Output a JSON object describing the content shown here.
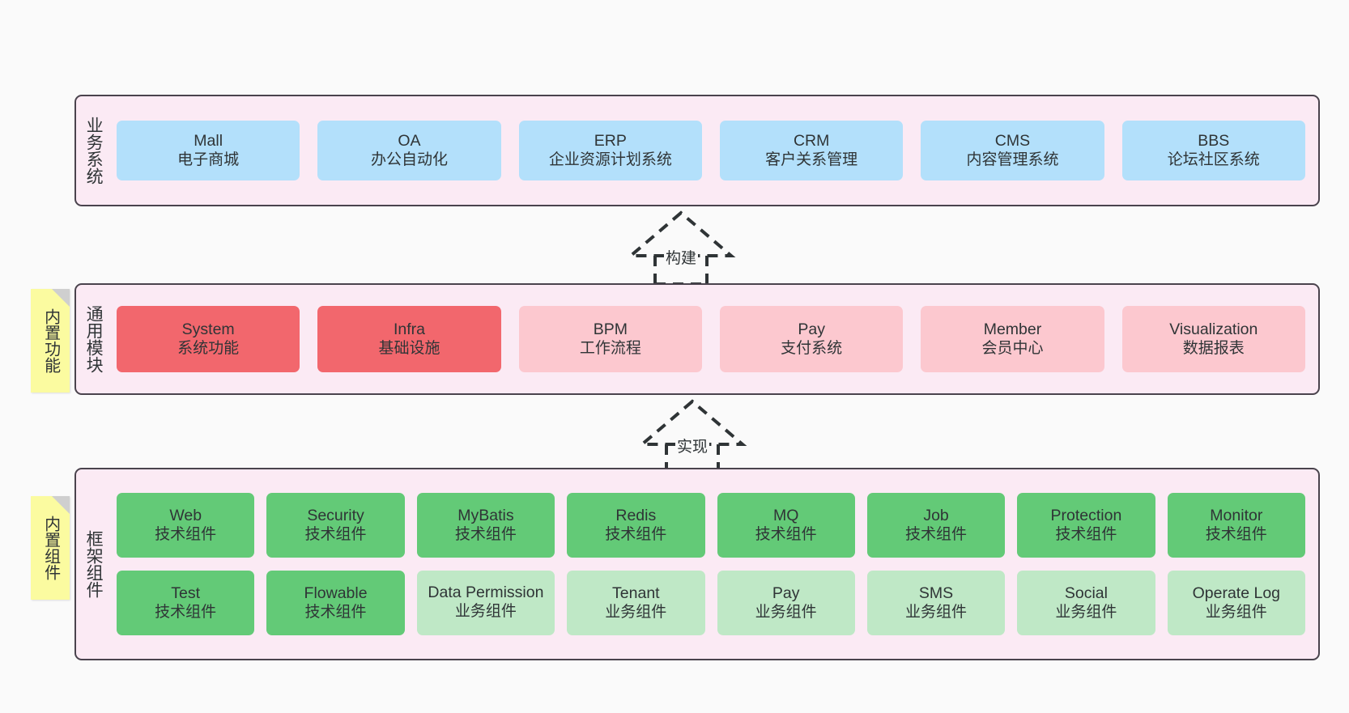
{
  "diagram": {
    "background_color": "#fafafa",
    "layer_fill": "#fbeaf4",
    "layer_border": "#4a434d",
    "sticky_color": "#fbfba0",
    "sticky_fold_color": "#cfcfcf"
  },
  "layers": [
    {
      "title": "业务系统",
      "sticky": null,
      "rows": [
        {
          "cells": [
            {
              "en": "Mall",
              "cn": "电子商城",
              "color": "#b3e0fb",
              "style": "c-blue"
            },
            {
              "en": "OA",
              "cn": "办公自动化",
              "color": "#b3e0fb",
              "style": "c-blue"
            },
            {
              "en": "ERP",
              "cn": "企业资源计划系统",
              "color": "#b3e0fb",
              "style": "c-blue"
            },
            {
              "en": "CRM",
              "cn": "客户关系管理",
              "color": "#b3e0fb",
              "style": "c-blue"
            },
            {
              "en": "CMS",
              "cn": "内容管理系统",
              "color": "#b3e0fb",
              "style": "c-blue"
            },
            {
              "en": "BBS",
              "cn": "论坛社区系统",
              "color": "#b3e0fb",
              "style": "c-blue"
            }
          ]
        }
      ]
    },
    {
      "title": "通用模块",
      "sticky": "内置功能",
      "rows": [
        {
          "cells": [
            {
              "en": "System",
              "cn": "系统功能",
              "color": "#f2676d",
              "style": "c-red"
            },
            {
              "en": "Infra",
              "cn": "基础设施",
              "color": "#f2676d",
              "style": "c-red"
            },
            {
              "en": "BPM",
              "cn": "工作流程",
              "color": "#fcc8cf",
              "style": "c-pink"
            },
            {
              "en": "Pay",
              "cn": "支付系统",
              "color": "#fcc8cf",
              "style": "c-pink"
            },
            {
              "en": "Member",
              "cn": "会员中心",
              "color": "#fcc8cf",
              "style": "c-pink"
            },
            {
              "en": "Visualization",
              "cn": "数据报表",
              "color": "#fcc8cf",
              "style": "c-pink"
            }
          ]
        }
      ]
    },
    {
      "title": "框架组件",
      "sticky": "内置组件",
      "rows": [
        {
          "cells": [
            {
              "en": "Web",
              "cn": "技术组件",
              "color": "#63ca77",
              "style": "c-green"
            },
            {
              "en": "Security",
              "cn": "技术组件",
              "color": "#63ca77",
              "style": "c-green"
            },
            {
              "en": "MyBatis",
              "cn": "技术组件",
              "color": "#63ca77",
              "style": "c-green"
            },
            {
              "en": "Redis",
              "cn": "技术组件",
              "color": "#63ca77",
              "style": "c-green"
            },
            {
              "en": "MQ",
              "cn": "技术组件",
              "color": "#63ca77",
              "style": "c-green"
            },
            {
              "en": "Job",
              "cn": "技术组件",
              "color": "#63ca77",
              "style": "c-green"
            },
            {
              "en": "Protection",
              "cn": "技术组件",
              "color": "#63ca77",
              "style": "c-green"
            },
            {
              "en": "Monitor",
              "cn": "技术组件",
              "color": "#63ca77",
              "style": "c-green"
            }
          ]
        },
        {
          "cells": [
            {
              "en": "Test",
              "cn": "技术组件",
              "color": "#63ca77",
              "style": "c-green"
            },
            {
              "en": "Flowable",
              "cn": "技术组件",
              "color": "#63ca77",
              "style": "c-green"
            },
            {
              "en": "Data Permission",
              "cn": "业务组件",
              "color": "#bfe8c6",
              "style": "c-greenlight"
            },
            {
              "en": "Tenant",
              "cn": "业务组件",
              "color": "#bfe8c6",
              "style": "c-greenlight"
            },
            {
              "en": "Pay",
              "cn": "业务组件",
              "color": "#bfe8c6",
              "style": "c-greenlight"
            },
            {
              "en": "SMS",
              "cn": "业务组件",
              "color": "#bfe8c6",
              "style": "c-greenlight"
            },
            {
              "en": "Social",
              "cn": "业务组件",
              "color": "#bfe8c6",
              "style": "c-greenlight"
            },
            {
              "en": "Operate Log",
              "cn": "业务组件",
              "color": "#bfe8c6",
              "style": "c-greenlight"
            }
          ]
        }
      ]
    }
  ],
  "connectors": [
    {
      "label": "构建",
      "from": "通用模块",
      "to": "业务系统",
      "arrow": "dashed-hollow-triangle"
    },
    {
      "label": "实现",
      "from": "框架组件",
      "to": "通用模块",
      "arrow": "dashed-hollow-triangle"
    }
  ]
}
